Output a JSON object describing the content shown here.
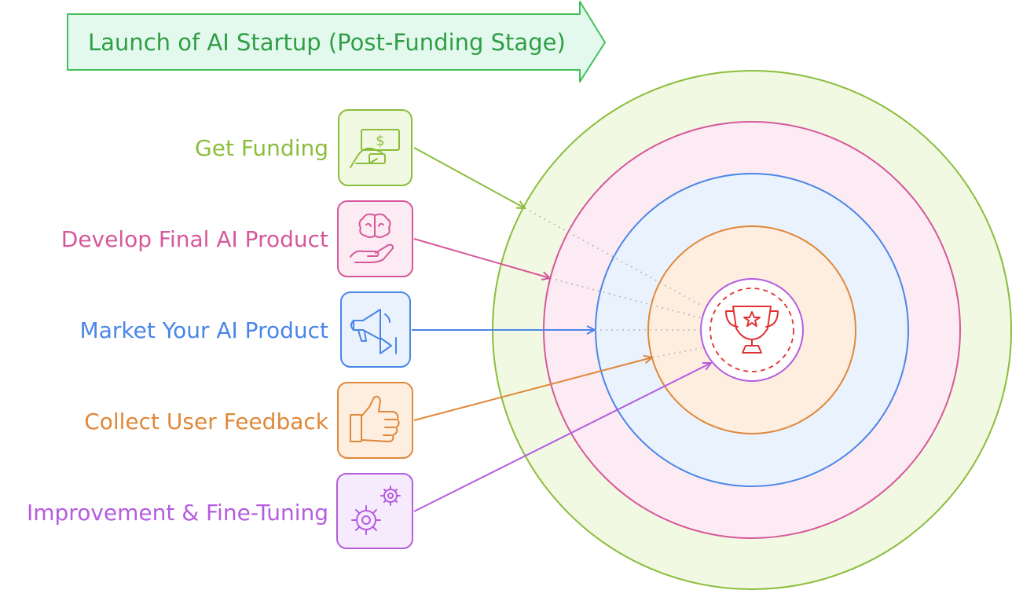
{
  "title": "Launch of AI Startup (Post-Funding Stage)",
  "steps": [
    {
      "label": "Get Funding",
      "icon": "money-hand-icon",
      "color": "#8bbd3b"
    },
    {
      "label": "Develop Final AI Product",
      "icon": "brain-hand-icon",
      "color": "#d6589a"
    },
    {
      "label": "Market Your AI Product",
      "icon": "megaphone-icon",
      "color": "#4a86e8"
    },
    {
      "label": "Collect User Feedback",
      "icon": "thumbs-up-icon",
      "color": "#e0883a"
    },
    {
      "label": "Improvement & Fine-Tuning",
      "icon": "gears-icon",
      "color": "#b55ce0"
    }
  ],
  "center_icon": "trophy-icon",
  "colors": {
    "title_text": "#2f9e44",
    "title_fill": "#e3f9ee",
    "title_stroke": "#40c057",
    "green": "#8bbd3b",
    "pink": "#d6589a",
    "blue": "#4a86e8",
    "orange": "#e0883a",
    "purple": "#b55ce0",
    "center": "#e03131"
  }
}
